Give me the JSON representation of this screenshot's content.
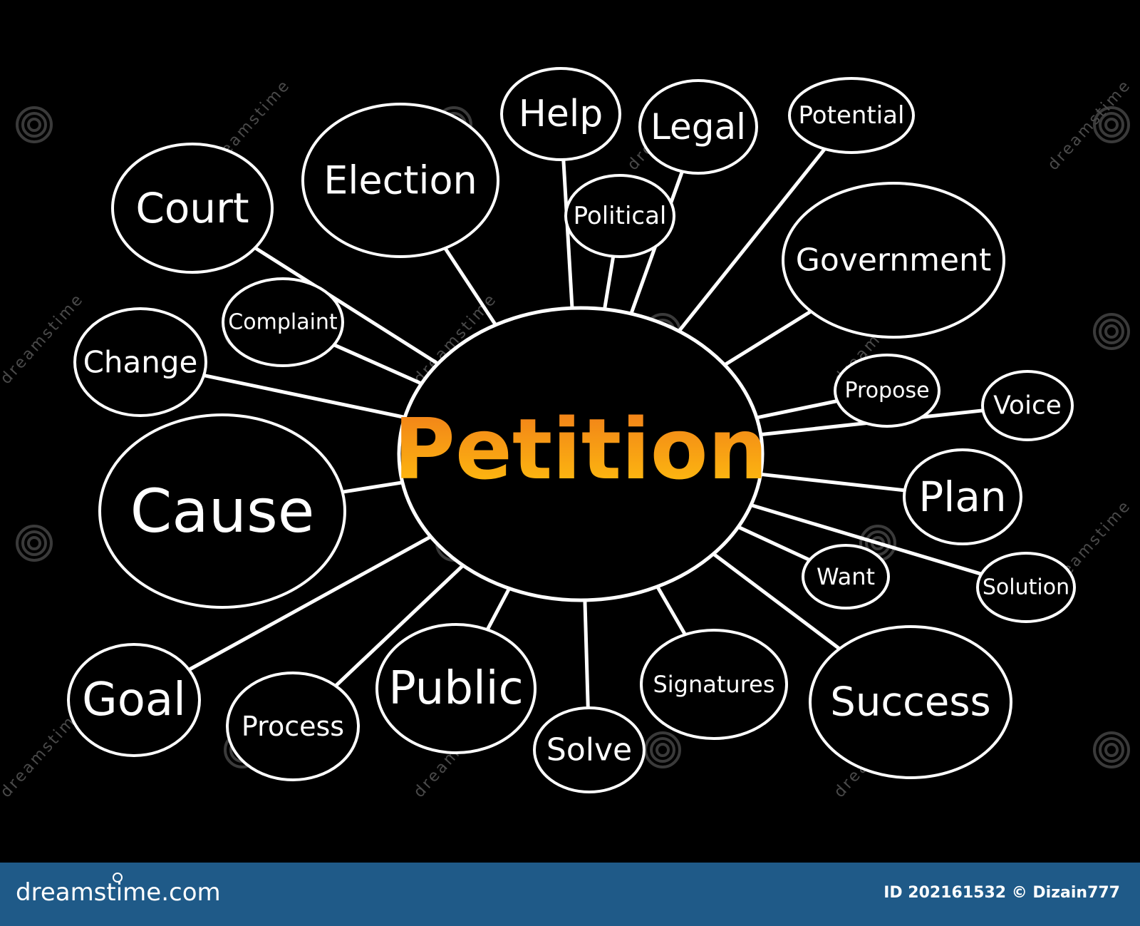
{
  "diagram": {
    "center_label": "Petition",
    "colors": {
      "background": "#000000",
      "line": "#ffffff",
      "center_text_top": "#f07a1a",
      "center_text_bottom": "#ffc20e"
    },
    "nodes": [
      "Help",
      "Legal",
      "Potential",
      "Election",
      "Court",
      "Political",
      "Government",
      "Complaint",
      "Change",
      "Propose",
      "Voice",
      "Cause",
      "Plan",
      "Want",
      "Solution",
      "Goal",
      "Process",
      "Public",
      "Solve",
      "Signatures",
      "Success"
    ]
  },
  "watermark": {
    "text": "dreamstime"
  },
  "footer": {
    "brand": "dreamstime.com",
    "image_id": "ID 202161532",
    "copyright": "© Dizain777",
    "colors": {
      "bar": "#1f5a88",
      "text": "#ffffff"
    }
  }
}
